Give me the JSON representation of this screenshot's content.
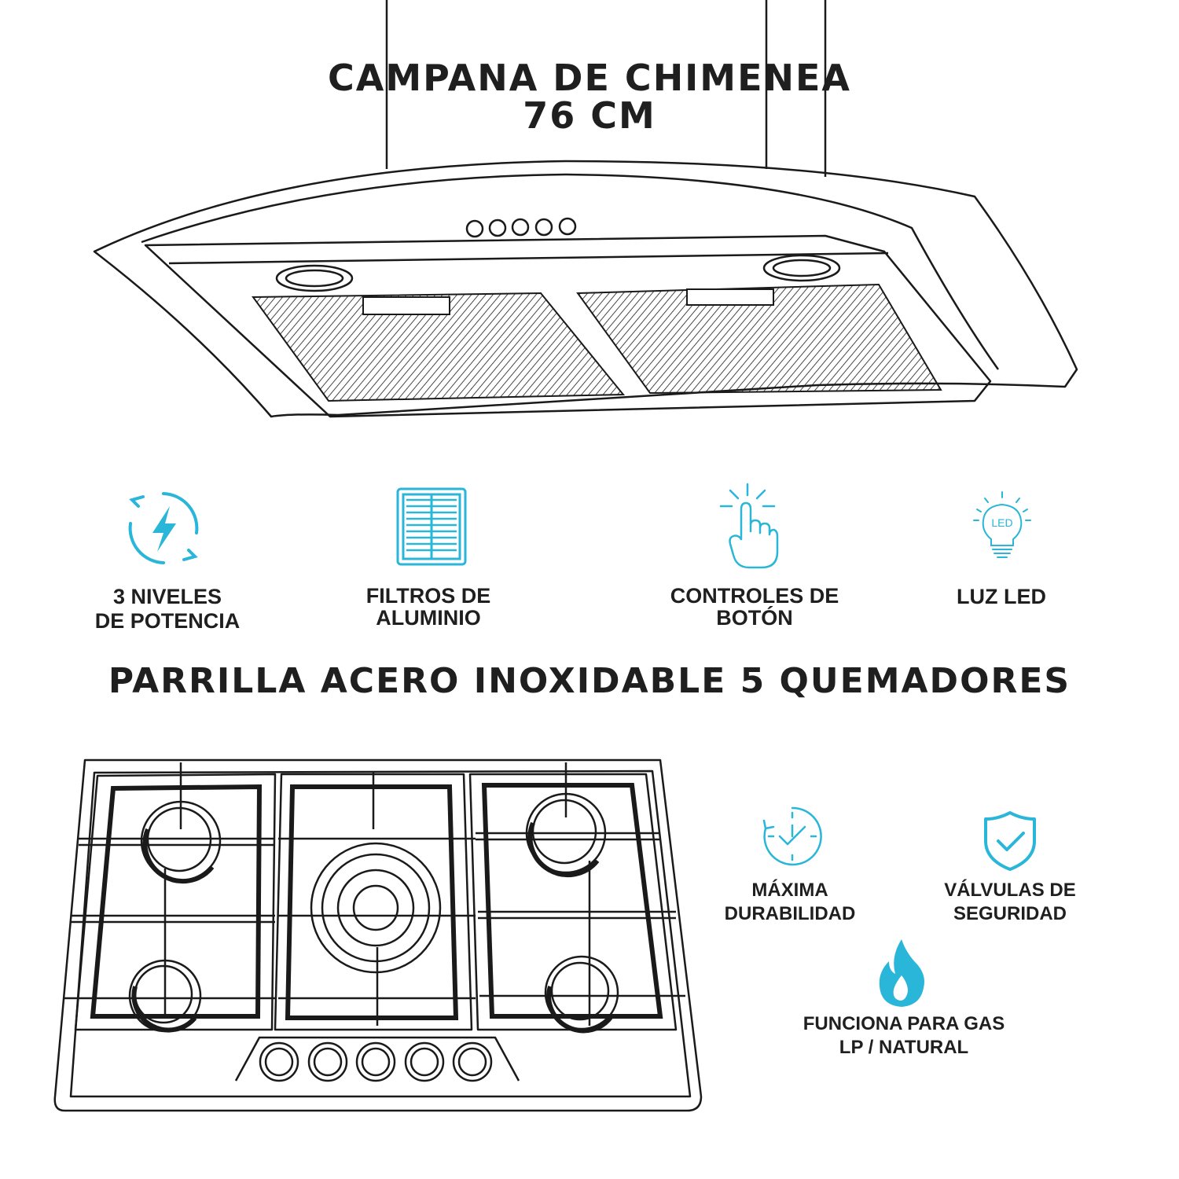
{
  "hood": {
    "title_line1": "CAMPANA DE CHIMENEA",
    "title_line2": "76 CM"
  },
  "hood_features": [
    {
      "icon": "power-levels-icon",
      "line1": "3 NIVELES",
      "line2": "DE POTENCIA"
    },
    {
      "icon": "aluminum-filter-icon",
      "line1": "FILTROS DE",
      "line2": "ALUMINIO"
    },
    {
      "icon": "push-button-icon",
      "line1": "CONTROLES DE",
      "line2": "BOTÓN"
    },
    {
      "icon": "led-bulb-icon",
      "line1": "LUZ LED",
      "line2": ""
    }
  ],
  "cooktop": {
    "title": "PARRILLA ACERO INOXIDABLE 5 QUEMADORES"
  },
  "cooktop_features": [
    {
      "icon": "durability-clock-icon",
      "line1": "MÁXIMA",
      "line2": "DURABILIDAD"
    },
    {
      "icon": "safety-shield-icon",
      "line1": "VÁLVULAS DE",
      "line2": "SEGURIDAD"
    },
    {
      "icon": "gas-flame-icon",
      "line1": "FUNCIONA PARA GAS",
      "line2": "LP / NATURAL"
    }
  ],
  "led_icon_text": "LED",
  "colors": {
    "text": "#1f1f1f",
    "icon_accent": "#29b6d8",
    "line_art": "#1a1a1a",
    "background": "#ffffff"
  }
}
